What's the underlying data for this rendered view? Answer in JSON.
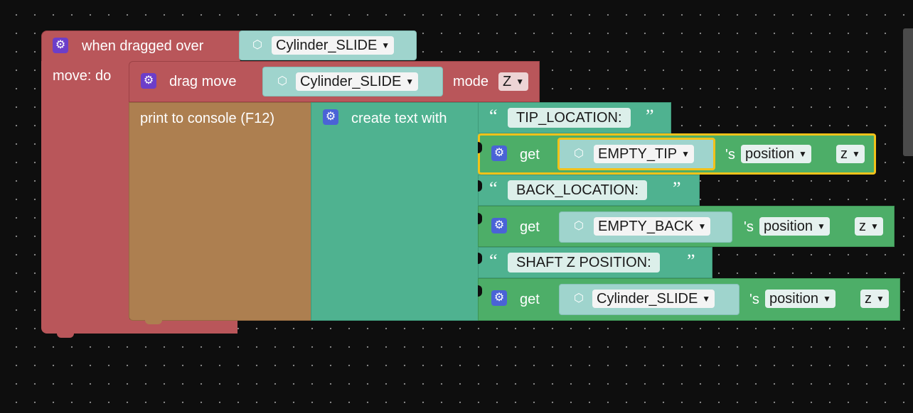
{
  "event_block": {
    "label": "when dragged over",
    "object": "Cylinder_SLIDE",
    "do_label": "move: do"
  },
  "drag_block": {
    "label": "drag move",
    "object": "Cylinder_SLIDE",
    "mode_label": "mode",
    "mode_value": "Z"
  },
  "print_block": {
    "label": "print to console (F12)"
  },
  "create_text_block": {
    "label": "create text with"
  },
  "items": [
    {
      "type": "text",
      "value": "TIP_LOCATION:"
    },
    {
      "type": "get",
      "get_label": "get",
      "object": "EMPTY_TIP",
      "s_label": "'s",
      "property": "position",
      "axis": "z"
    },
    {
      "type": "text",
      "value": "BACK_LOCATION:"
    },
    {
      "type": "get",
      "get_label": "get",
      "object": "EMPTY_BACK",
      "s_label": "'s",
      "property": "position",
      "axis": "z"
    },
    {
      "type": "text",
      "value": "SHAFT Z POSITION:"
    },
    {
      "type": "get",
      "get_label": "get",
      "object": "Cylinder_SLIDE",
      "s_label": "'s",
      "property": "position",
      "axis": "z"
    }
  ],
  "quotes": {
    "open": "“",
    "close": "”"
  },
  "icons": {
    "gear": "⚙",
    "cube": "⬡",
    "caret": "▼"
  },
  "colors": {
    "background": "#0e0e0e",
    "event_block": "#b9565a",
    "print_block": "#ad7f50",
    "text_block": "#4fb290",
    "get_block": "#4dae68",
    "gear_purple": "#6c3ec9",
    "gear_blue": "#4a63d6",
    "selection": "#f2c21a"
  }
}
